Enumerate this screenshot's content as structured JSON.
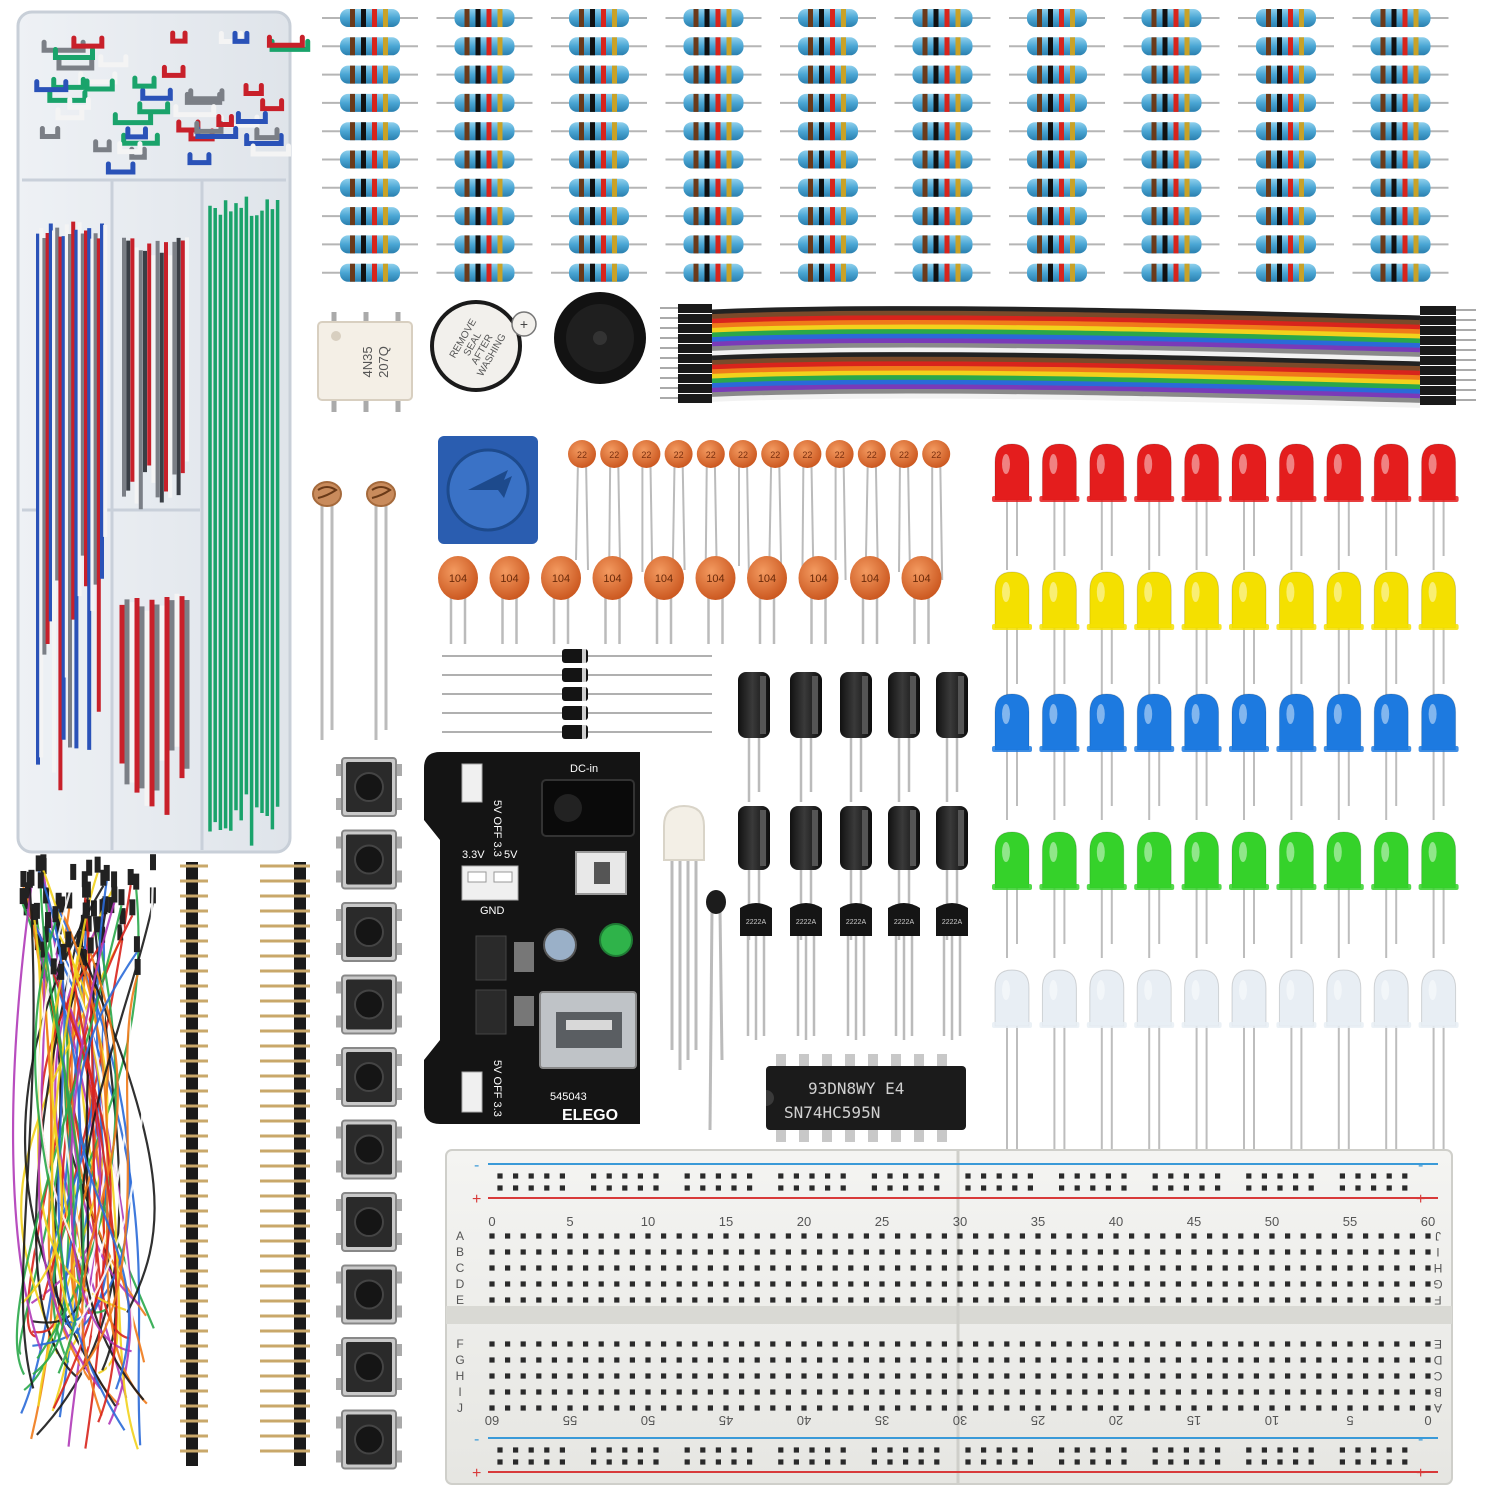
{
  "buzzer_label": [
    "REMOVE",
    "SEAL",
    "AFTER",
    "WASHING"
  ],
  "buzzer_plus": "+",
  "optocoupler": {
    "line1": "4N35",
    "line2": "207Q"
  },
  "cap_small_label": "22",
  "cap_large_label": "104",
  "power_module": {
    "dc_label": "DC-in",
    "top_label": "5V OFF 3.3",
    "bottom_label": "5V OFF 3.3",
    "v33": "3.3V",
    "v5": "5V",
    "gnd": "GND",
    "code": "545043",
    "brand": "ELEGO"
  },
  "transistor_label": "2222A",
  "ic": {
    "line1": "93DN8WY E4",
    "line2": "SN74HC595N"
  },
  "breadboard": {
    "top_numbers": [
      "0",
      "5",
      "10",
      "15",
      "20",
      "25",
      "30",
      "35",
      "40",
      "45",
      "50",
      "55",
      "60"
    ],
    "bottom_numbers": [
      "60",
      "55",
      "50",
      "45",
      "40",
      "35",
      "30",
      "25",
      "20",
      "15",
      "10",
      "5",
      "0"
    ],
    "left_rows_top": [
      "A",
      "B",
      "C",
      "D",
      "E"
    ],
    "left_rows_bottom": [
      "F",
      "G",
      "H",
      "I",
      "J"
    ],
    "right_rows_top": [
      "J",
      "I",
      "H",
      "G",
      "F"
    ],
    "right_rows_bottom": [
      "E",
      "D",
      "C",
      "B",
      "A"
    ],
    "rail_minus": "-",
    "rail_plus": "+"
  },
  "colors": {
    "resistor_body": "#5ab0d8",
    "led_red": "#e41d1d",
    "led_yellow": "#f4e000",
    "led_blue": "#1d7ae0",
    "led_green": "#35d22a",
    "led_clear": "#e8eef4",
    "capacitor": "#e2692a",
    "jumper_wire_green": "#1aa36b",
    "pcb_black": "#111111"
  }
}
